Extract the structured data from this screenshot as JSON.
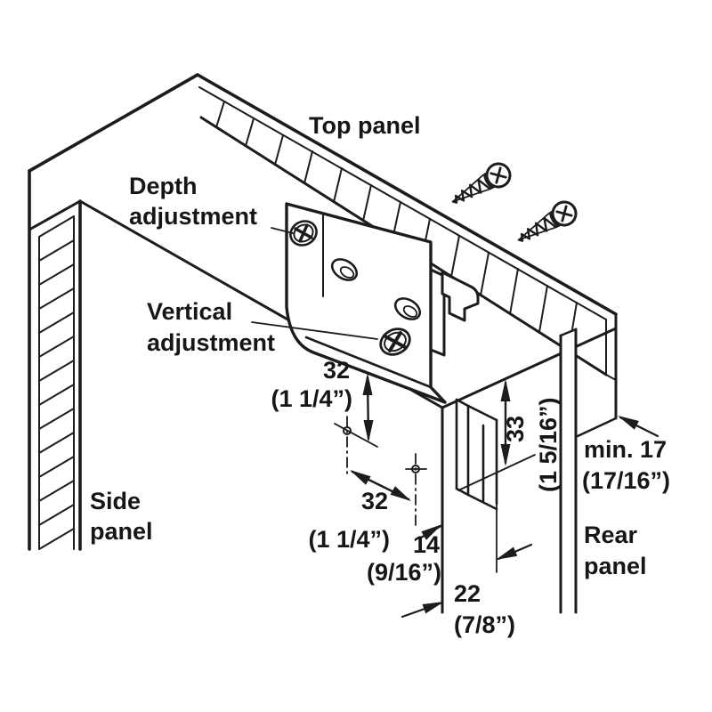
{
  "title": "Cabinet hanging bracket installation drawing",
  "colors": {
    "line": "#1c1c1c",
    "background": "#ffffff"
  },
  "icons": {
    "floating_screw": "wood-screw-icon",
    "depth_screw": "phillips-screw-head-icon",
    "vertical_screw": "phillips-screw-head-icon"
  },
  "labels": {
    "top_panel": "Top panel",
    "depth_adjustment": [
      "Depth",
      "adjustment"
    ],
    "vertical_adjustment": [
      "Vertical",
      "adjustment"
    ],
    "side_panel": [
      "Side",
      "panel"
    ],
    "rear_panel": [
      "Rear",
      "panel"
    ]
  },
  "dimensions": {
    "offset_top": {
      "mm": "32",
      "inch": "(1 1/4”)"
    },
    "hole_spacing": {
      "mm": "32",
      "inch": "(1 1/4”)"
    },
    "cutout_height": {
      "mm": "33",
      "inch": "(1 5/16”)"
    },
    "edge_distance_14": {
      "mm": "14",
      "inch": "(9/16”)"
    },
    "edge_distance_22": {
      "mm": "22",
      "inch": "(7/8”)"
    },
    "min_clearance": {
      "mm": "min. 17",
      "inch": "(17/16”)"
    }
  }
}
